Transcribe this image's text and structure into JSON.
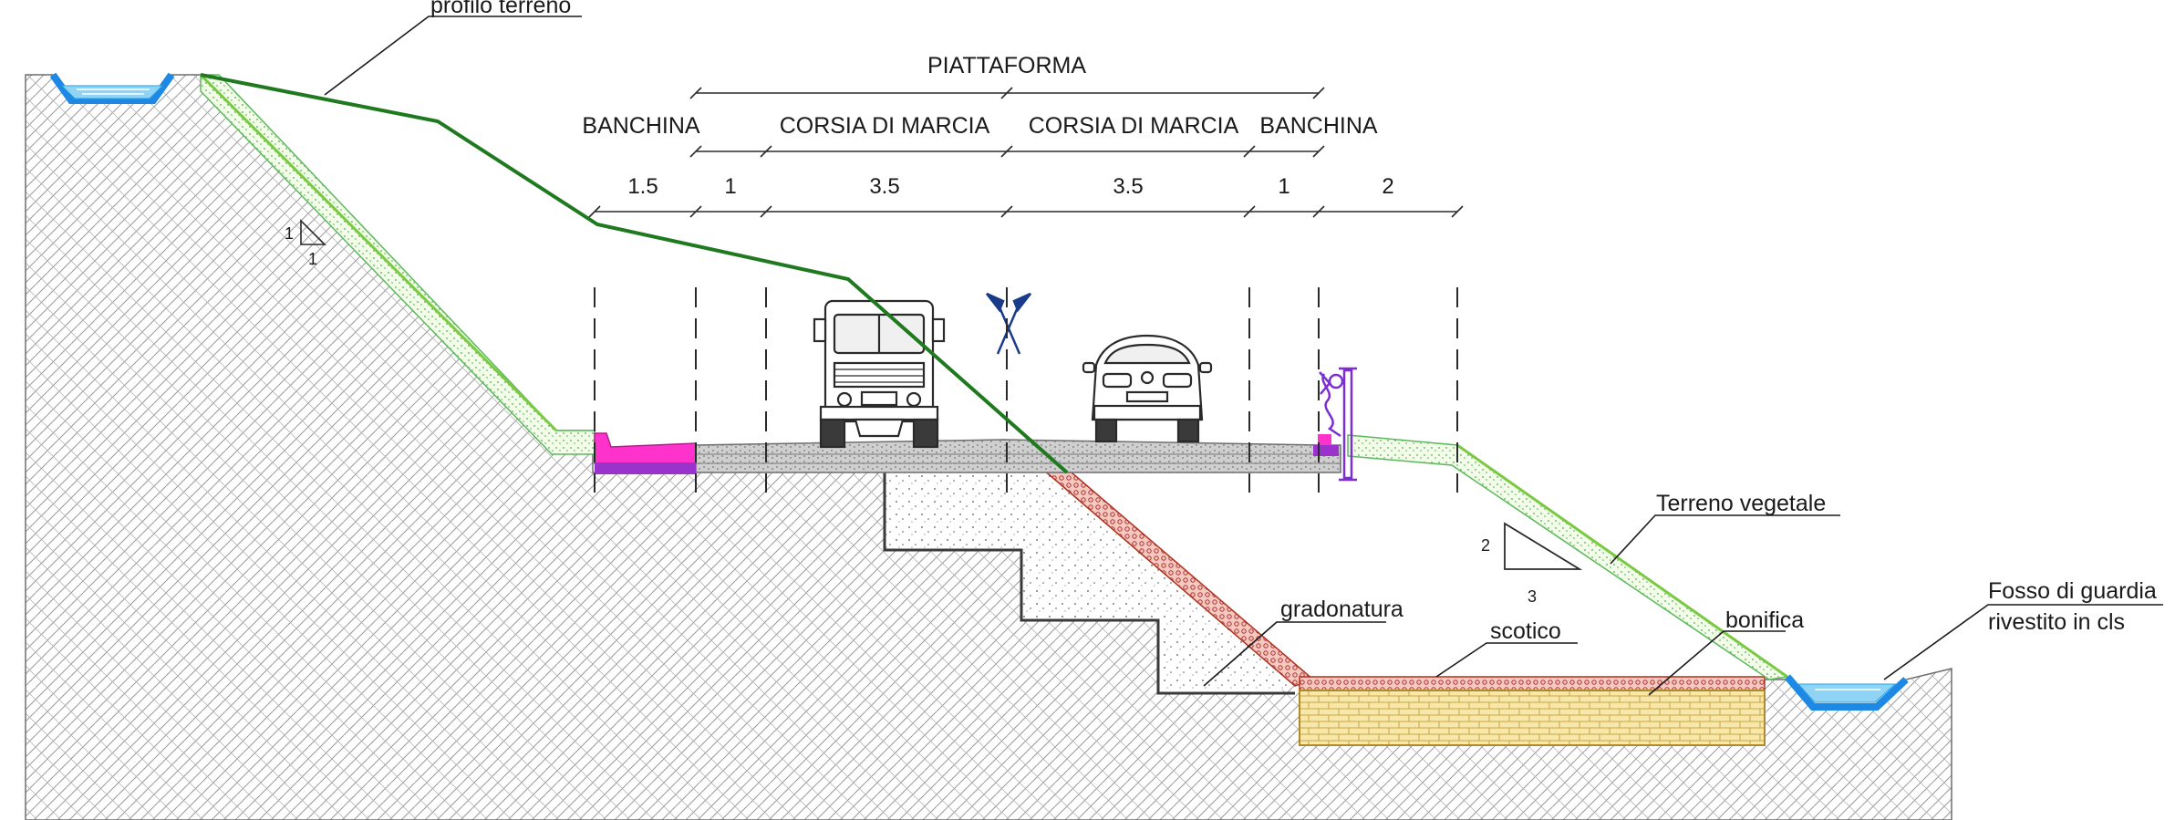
{
  "sections": {
    "piattaforma": "PIATTAFORMA",
    "banchina_left": "BANCHINA",
    "corsia_left": "CORSIA DI MARCIA",
    "corsia_right": "CORSIA DI MARCIA",
    "banchina_right": "BANCHINA"
  },
  "dimensions": [
    "1.5",
    "1",
    "3.5",
    "3.5",
    "1",
    "2"
  ],
  "labels": {
    "profilo_terreno": "profilo terreno",
    "terreno_vegetale": "Terreno vegetale",
    "fosso_line1": "Fosso di guardia",
    "fosso_line2": "rivestito in cls",
    "bonifica": "bonifica",
    "gradonatura": "gradonatura",
    "scotico": "scotico"
  },
  "slope_left": {
    "rise": "1",
    "run": "1"
  },
  "slope_right": {
    "rise": "2",
    "run": "3"
  },
  "colors": {
    "ground_profile": "#1f7a1f",
    "vegetal_soil": "#7ac943",
    "ditch_water": "#29a3e0",
    "curb": "#ff33cc",
    "curb_base": "#9933cc",
    "stripping": "#c0392b",
    "improvement_fill": "#f7e7a8",
    "axis_symbol": "#1a3a8a",
    "barrier": "#7b2fd1"
  }
}
